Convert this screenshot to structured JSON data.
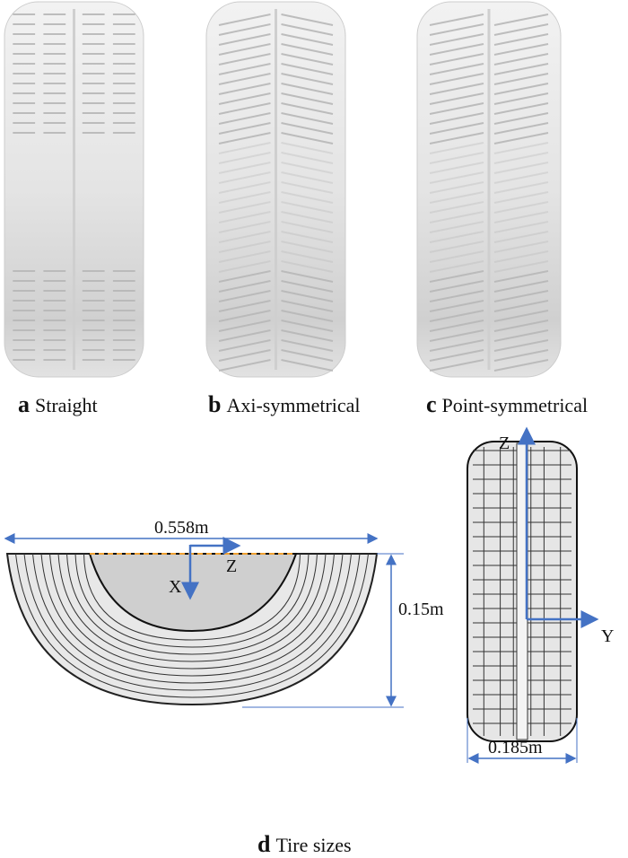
{
  "panels": [
    {
      "letter": "a",
      "caption": "Straight"
    },
    {
      "letter": "b",
      "caption": "Axi-symmetrical"
    },
    {
      "letter": "c",
      "caption": "Point-symmetrical"
    },
    {
      "letter": "d",
      "caption": "Tire sizes"
    }
  ],
  "dimensions": {
    "diameter": "0.558m",
    "height": "0.15m",
    "width": "0.185m"
  },
  "axes": {
    "x": "X",
    "y": "Y",
    "z": "Z"
  },
  "colors": {
    "dimension_line": "#4472c4",
    "tire_surface": "#e6e6e6",
    "cut_line": "#f0a030"
  }
}
